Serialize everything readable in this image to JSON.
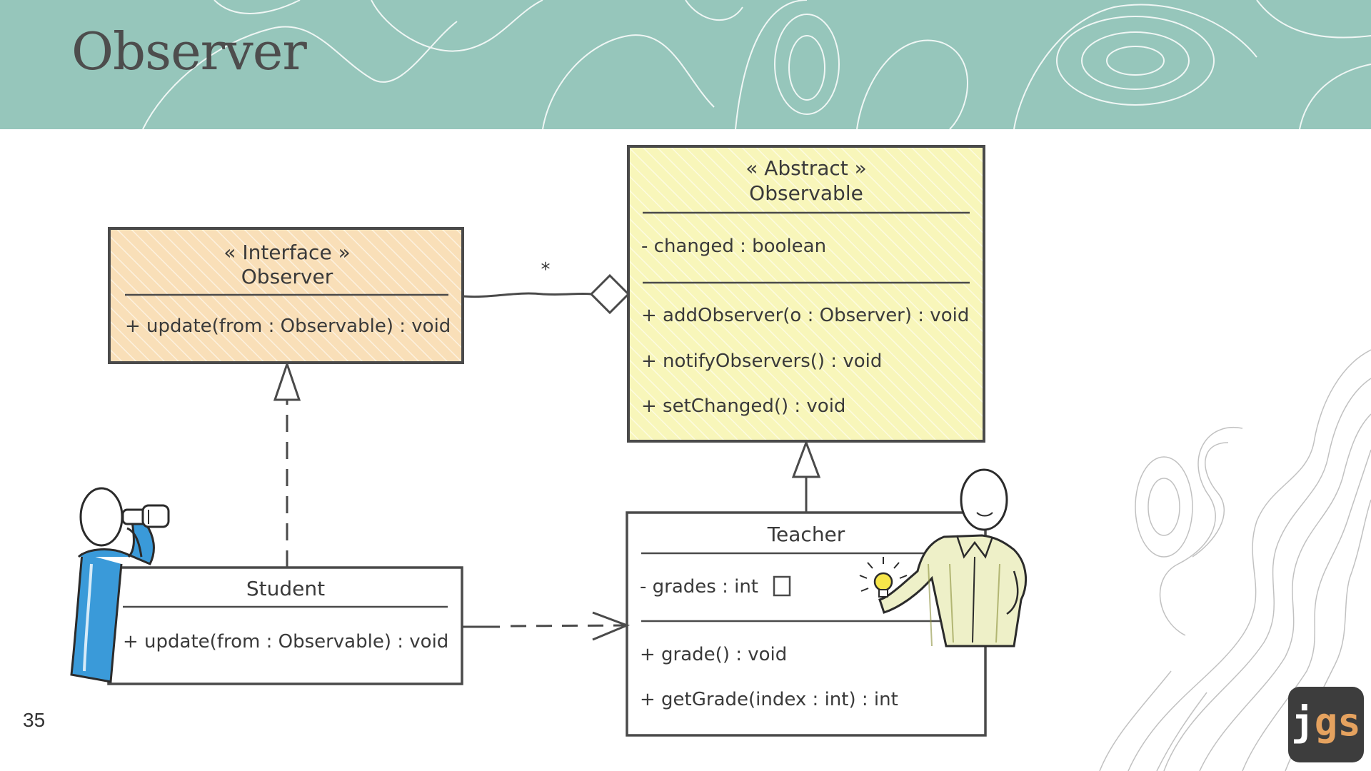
{
  "slide": {
    "title": "Observer",
    "page_number": "35",
    "logo": {
      "part1": "j",
      "part2": "gs"
    }
  },
  "colors": {
    "header_bg": "#96c6bb",
    "interface_fill": "#f9dfb8",
    "abstract_fill": "#f8f6ba",
    "stroke": "#4a4a4a",
    "logo_bg": "#3d3d3d",
    "logo_accent": "#e5a25f",
    "student_shirt": "#3a9ad9",
    "teacher_shirt": "#eef0c8"
  },
  "diagram": {
    "observer_interface": {
      "stereotype": "« Interface »",
      "name": "Observer",
      "methods": [
        "+ update(from : Observable) : void"
      ]
    },
    "observable": {
      "stereotype": "« Abstract »",
      "name": "Observable",
      "attributes": [
        "- changed : boolean"
      ],
      "methods": [
        "+ addObserver(o : Observer) : void",
        "+ notifyObservers() : void",
        "+ setChanged() : void"
      ]
    },
    "student": {
      "name": "Student",
      "methods": [
        "+ update(from : Observable) : void"
      ]
    },
    "teacher": {
      "name": "Teacher",
      "attributes": [
        "- grades : int ",
        "+ grade() : void",
        "+ getGrade(index : int) : int"
      ]
    },
    "association": {
      "multiplicity": "*"
    },
    "icons": {
      "array": "array-icon",
      "bulb": "lightbulb-icon",
      "binoculars": "binoculars-icon"
    }
  }
}
